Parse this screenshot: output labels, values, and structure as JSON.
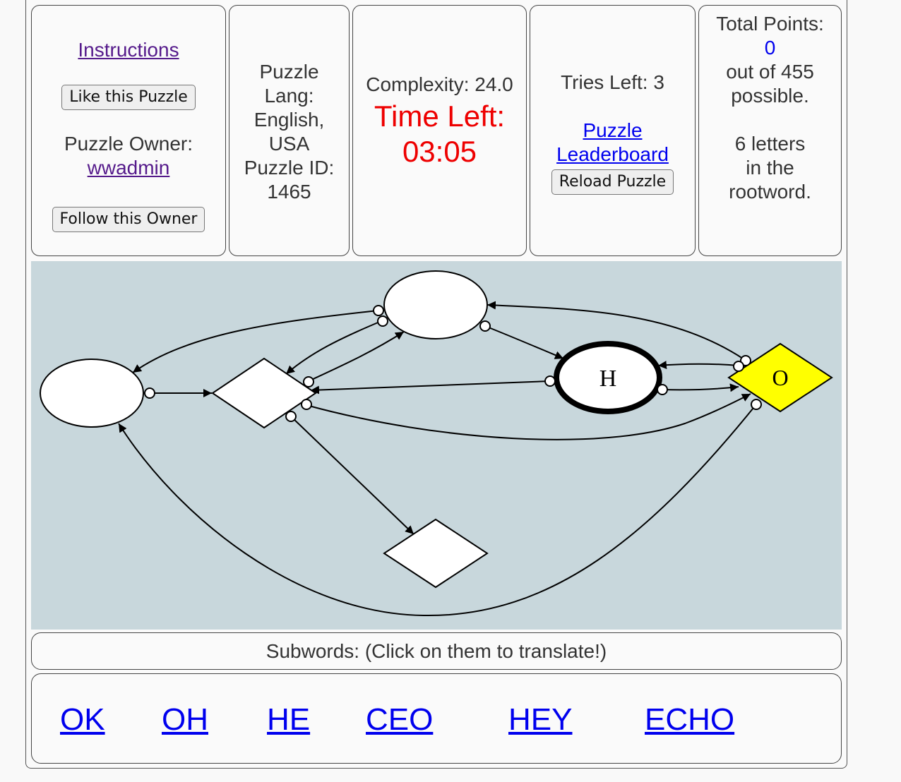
{
  "header": {
    "instructions_link": "Instructions",
    "like_button": "Like this Puzzle",
    "owner_label": "Puzzle Owner:",
    "owner_name": "wwadmin",
    "follow_button": "Follow this Owner",
    "lang_label_1": "Puzzle",
    "lang_label_2": "Lang:",
    "lang_value_1": "English,",
    "lang_value_2": "USA",
    "puzzle_id_label": "Puzzle ID:",
    "puzzle_id": "1465",
    "complexity": "Complexity: 24.0",
    "time_left_label": "Time Left:",
    "time_left_value": "03:05",
    "tries_left": "Tries Left: 3",
    "leaderboard_link_1": "Puzzle",
    "leaderboard_link_2": "Leaderboard",
    "reload_button": "Reload Puzzle",
    "total_points_label": "Total Points:",
    "total_points_value": "0",
    "out_of": "out of 455",
    "possible": "possible.",
    "letters_1": "6 letters",
    "letters_2": "in the",
    "letters_3": "rootword."
  },
  "graph": {
    "node_h_letter": "H",
    "node_o_letter": "O",
    "colors": {
      "background": "#c8d7dc",
      "highlight_node": "#ffff00",
      "node_fill": "#ffffff"
    }
  },
  "subwords": {
    "heading": "Subwords: (Click on them to translate!)",
    "words": [
      "OK",
      "OH",
      "HE",
      "CEO",
      "HEY",
      "ECHO"
    ]
  }
}
